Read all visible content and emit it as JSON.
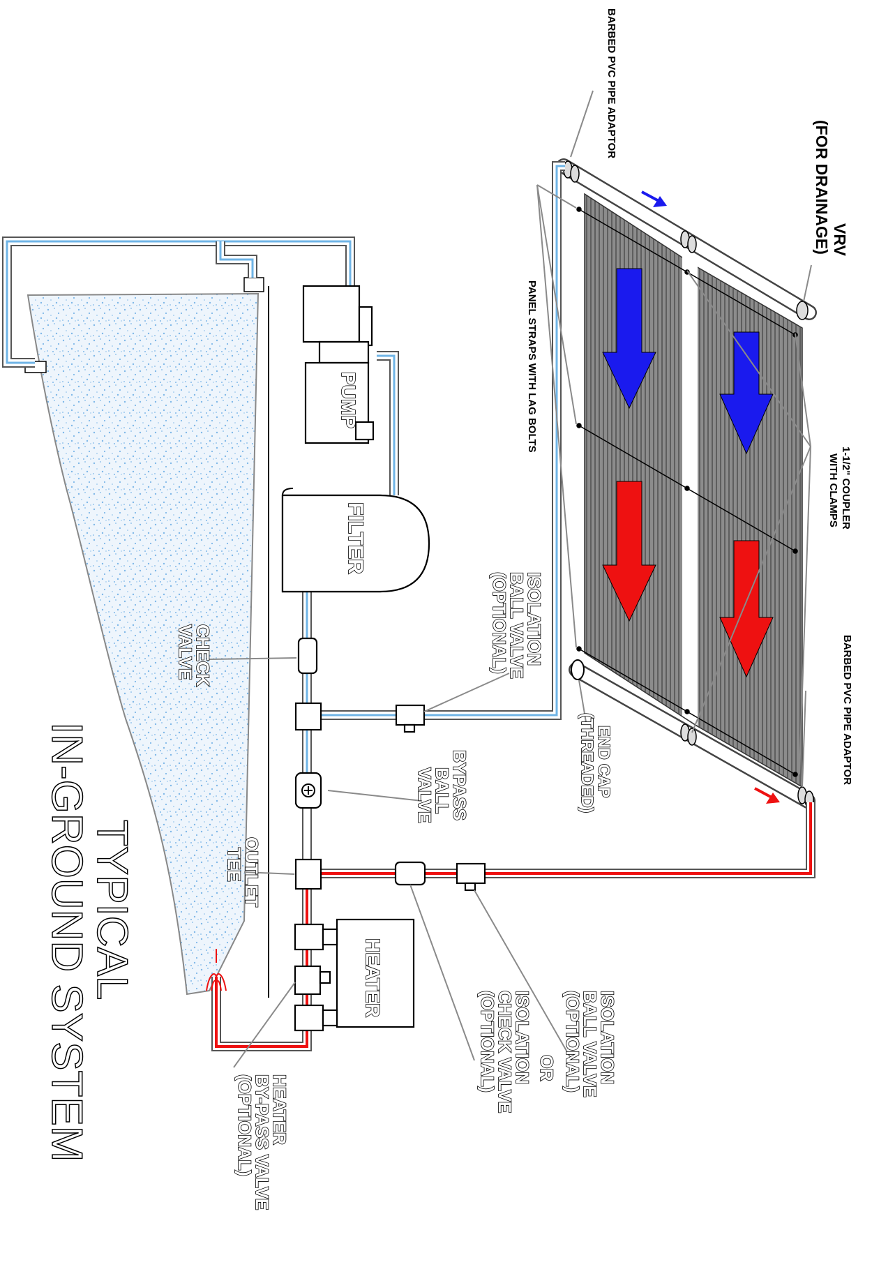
{
  "title": {
    "line1": "TYPICAL",
    "line2": "IN-GROUND SYSTEM"
  },
  "components": {
    "pump": "PUMP",
    "filter": "FILTER",
    "heater": "HEATER"
  },
  "labels": {
    "barbed_adaptor_top": "BARBED PVC PIPE ADAPTOR",
    "barbed_adaptor_bottom": "BARBED PVC PIPE ADAPTOR",
    "vrv": [
      "VRV",
      "(FOR DRAINAGE)"
    ],
    "panel_straps": "PANEL STRAPS WITH LAG BOLTS",
    "coupler": [
      "1-1/2\" COUPLER",
      "WITH CLAMPS"
    ],
    "isolation_ball_valve_upper": [
      "ISOLATION",
      "BALL VALVE",
      "(OPTIONAL)"
    ],
    "end_cap": [
      "END CAP",
      "(THREADED)"
    ],
    "check_valve": [
      "CHECK",
      "VALVE"
    ],
    "bypass_ball_valve": [
      "BYPASS",
      "BALL",
      "VALVE"
    ],
    "outlet_tee": [
      "OUTLET",
      "TEE"
    ],
    "isolation_lower": [
      "ISOLATION",
      "BALL VALVE",
      "(OPTIONAL)",
      "OR",
      "ISOLATION",
      "CHECK VALVE",
      "(OPTIONAL)"
    ],
    "heater_bypass": [
      "HEATER",
      "BY-PASS VALVE",
      "(OPTIONAL)"
    ]
  },
  "colors": {
    "cold_water": "#6fb4e6",
    "hot_water": "#ee1111",
    "cold_arrow": "#1a1aee",
    "hot_arrow": "#ee1111",
    "pool_fill": "#eef5fc",
    "pool_dots": "#7fb8e8",
    "panel_dark": "#7a7a7a",
    "leader": "#8a8a8a"
  }
}
